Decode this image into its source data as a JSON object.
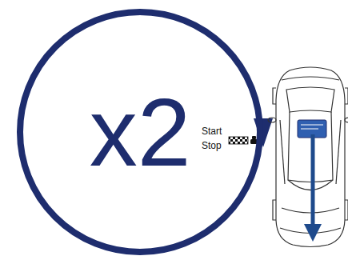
{
  "diagram": {
    "nodes": [
      {
        "text": [
          "x2"
        ]
      }
    ],
    "labels": [
      "Start",
      "Stop"
    ]
  }
}
